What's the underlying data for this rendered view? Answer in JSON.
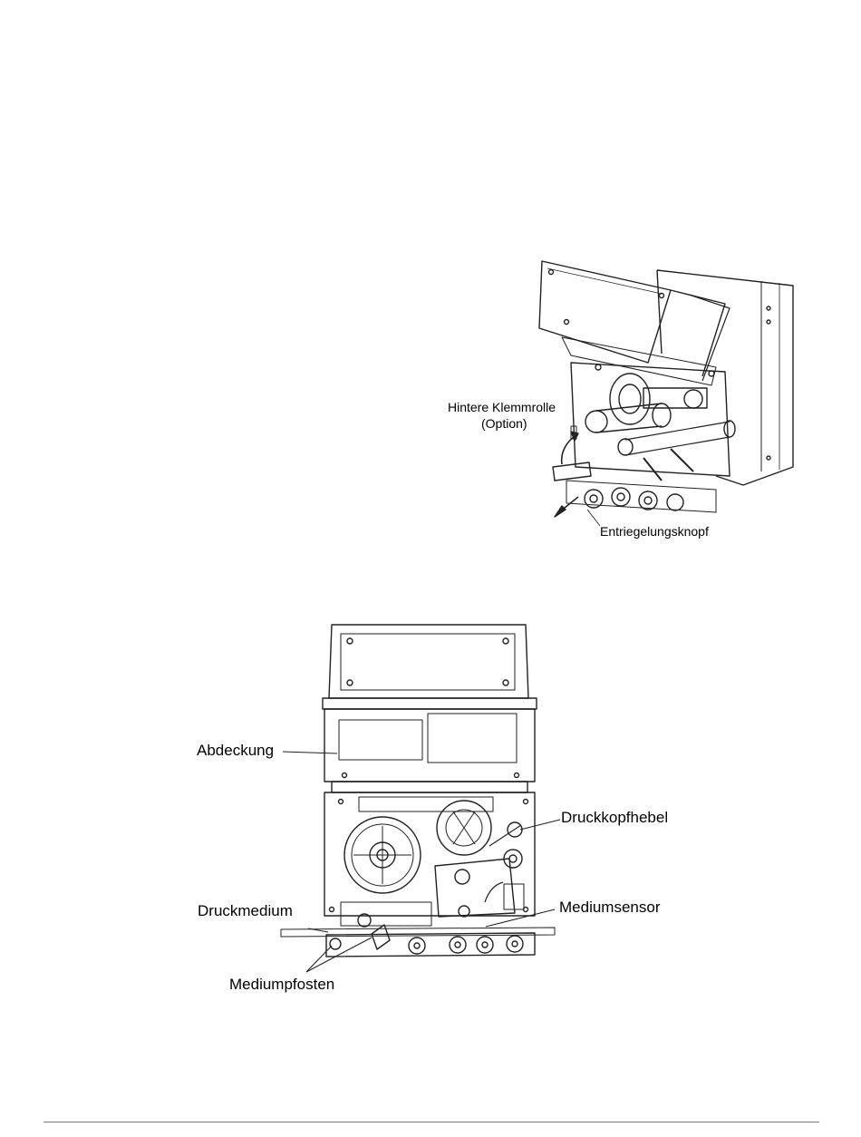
{
  "figure_top": {
    "labels": {
      "rear_pinch_roller": "Hintere Klemmrolle",
      "option": "(Option)",
      "release_button": "Entriegelungsknopf"
    }
  },
  "figure_bottom": {
    "labels": {
      "cover": "Abdeckung",
      "printhead_lever": "Druckkopfhebel",
      "media": "Druckmedium",
      "media_sensor": "Mediumsensor",
      "media_posts": "Mediumpfosten"
    }
  },
  "colors": {
    "line": "#222222",
    "footer_rule": "#6b74c9"
  }
}
